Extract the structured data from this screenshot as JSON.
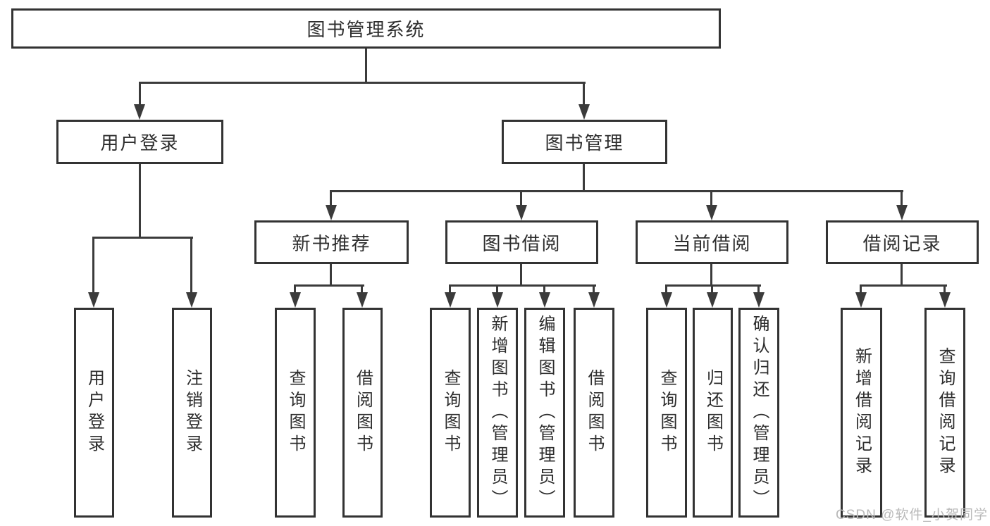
{
  "tree": {
    "label": "图书管理系统",
    "children": [
      {
        "label": "用户登录",
        "children": [
          {
            "label": "用户登录"
          },
          {
            "label": "注销登录"
          }
        ]
      },
      {
        "label": "图书管理",
        "children": [
          {
            "label": "新书推荐",
            "children": [
              {
                "label": "查询图书"
              },
              {
                "label": "借阅图书"
              }
            ]
          },
          {
            "label": "图书借阅",
            "children": [
              {
                "label": "查询图书"
              },
              {
                "label": "新增图书（管理员）"
              },
              {
                "label": "编辑图书（管理员）"
              },
              {
                "label": "借阅图书"
              }
            ]
          },
          {
            "label": "当前借阅",
            "children": [
              {
                "label": "查询图书"
              },
              {
                "label": "归还图书"
              },
              {
                "label": "确认归还（管理员）"
              }
            ]
          },
          {
            "label": "借阅记录",
            "children": [
              {
                "label": "新增借阅记录"
              },
              {
                "label": "查询借阅记录"
              }
            ]
          }
        ]
      }
    ]
  },
  "watermark": {
    "text": "CSDN @软件_小贺同学"
  },
  "colors": {
    "line": "#3b3b3b",
    "box_border": "#333333",
    "box_fill": "#ffffff",
    "text": "#2d2d2d",
    "watermark": "#b9b9b9"
  }
}
